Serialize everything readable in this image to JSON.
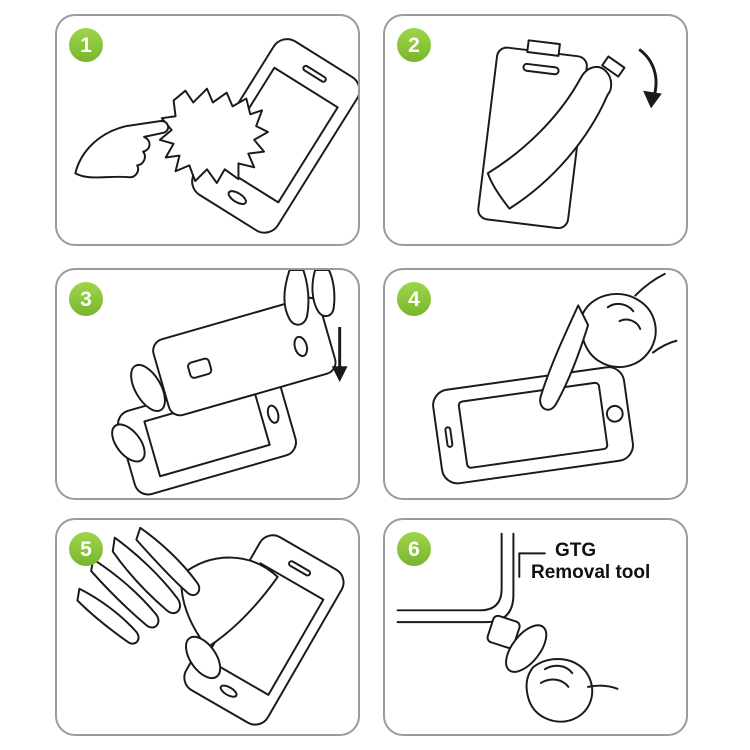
{
  "colors": {
    "badge_green": "#8cc63e",
    "panel_border": "#9b9b9b",
    "line_art": "#1a1a1a",
    "background": "#ffffff",
    "label_text": "#111111"
  },
  "steps": [
    {
      "number": "1",
      "illustration": "wipe-phone-screen-with-cloth"
    },
    {
      "number": "2",
      "illustration": "peel-protective-film-off-glass"
    },
    {
      "number": "3",
      "illustration": "align-and-lower-glass-onto-phone"
    },
    {
      "number": "4",
      "illustration": "press-center-of-screen-with-finger"
    },
    {
      "number": "5",
      "illustration": "smooth-film-over-screen-with-hand"
    },
    {
      "number": "6",
      "illustration": "lift-corner-with-removal-tool",
      "label": {
        "line1": "GTG",
        "line2": "Removal tool"
      }
    }
  ]
}
